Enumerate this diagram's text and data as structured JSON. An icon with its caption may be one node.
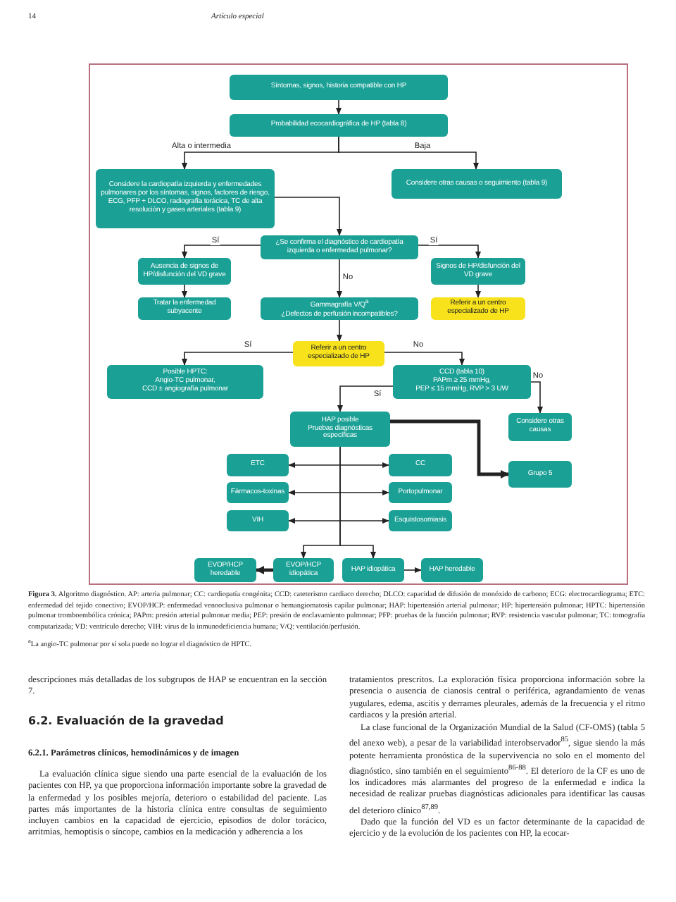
{
  "diagram": {
    "caption": "**Figura 3.** Algoritmo diagnóstico. AP: arteria pulmonar; CC: cardiopatía congénita; CCD: cateterismo cardiaco derecho; DLCO: capacidad de difusión de monóxido de carbono; ECG: electrocardiograma; ETC: enfermedad del tejido conectivo; EVOP/HCP: enfermedad venooclusiva pulmonar o hemangiomatosis capilar pulmonar; HAP: hipertensión arterial pulmonar; HP: hipertensión pulmonar; HPTC: hipertensión pulmonar tromboembólica crónica; PAPm: presión arterial pulmonar media; PEP: presión de enclavamiento pulmonar; PFP: pruebas de la función pulmonar; RVP: resistencia vascular pulmonar; TC: tomografía computarizada; VD: ventrículo derecho; VIH: virus de la inmunodeficiencia humana; V/Q: ventilación/perfusión.",
    "nodes": [
      {
        "text": [
          "Síntomas, signos, historia compatible con HP"
        ]
      },
      {
        "text": [
          "Probabilidad ecocardiográfica de HP (tabla 8)"
        ]
      },
      {
        "text": [
          "Considere la cardiopatía izquierda y enfermedades pulmonares por los síntomas, signos, factores de riesgo, ECG, PFP + DLCO, radiografía torácica, TC de alta resolución y gases arteriales (tabla 9)"
        ]
      },
      {
        "text": [
          "Considere otras causas o seguimiento (tabla 9)"
        ]
      },
      {
        "text": [
          "¿Se confirma el diagnóstico de cardiopatía izquierda o enfermedad pulmonar?"
        ]
      },
      {
        "text": [
          "Ausencia de signos de HP/disfunción del VD grave"
        ]
      },
      {
        "text": [
          "Tratar la enfermedad subyacente"
        ]
      },
      {
        "text": [
          "Signos de HP/disfunción del VD grave"
        ]
      },
      {
        "text": [
          "Referir a un centro especializado de HP"
        ]
      },
      {
        "text": [
          "Gammagrafía V/Q$^{a}$",
          "¿Defectos de perfusión incompatibles?"
        ]
      },
      {
        "text": [
          "Referir a un centro especializado de HP"
        ]
      },
      {
        "text": [
          "Posible HPTC:",
          "Angio-TC pulmonar,",
          "CCD ± angiografía pulmonar"
        ]
      },
      {
        "text": [
          "CCD (tabla 10)",
          "PAPm ≥ 25 mmHg,",
          "PEP ≤ 15 mmHg, RVP > 3 UW"
        ]
      },
      {
        "text": [
          "HAP posible",
          "Pruebas diagnósticas específicas"
        ]
      },
      {
        "text": [
          "Considere otras causas"
        ]
      },
      {
        "text": [
          "Grupo 5"
        ]
      },
      {
        "text": [
          "ETC"
        ]
      },
      {
        "text": [
          "CC"
        ]
      },
      {
        "text": [
          "Fármacos-toxinas"
        ]
      },
      {
        "text": [
          "Portopulmonar"
        ]
      },
      {
        "text": [
          "VIH"
        ]
      },
      {
        "text": [
          "Esquistosomiasis"
        ]
      },
      {
        "text": [
          "EVOP/HCP heredable"
        ]
      },
      {
        "text": [
          "EVOP/HCP idiopática"
        ]
      },
      {
        "text": [
          "HAP idiopática"
        ]
      },
      {
        "text": [
          "HAP heredable"
        ]
      }
    ],
    "edges": [
      {
        "from": 0,
        "to": 1,
        "arrow": "to"
      },
      {
        "from": 1,
        "to": 2,
        "arrow": "to",
        "label": "Alta o intermedia"
      },
      {
        "from": 1,
        "to": 3,
        "arrow": "to",
        "label": "Baja"
      },
      {
        "from": 2,
        "to": 4,
        "arrow": "to"
      },
      {
        "from": 4,
        "to": 5,
        "arrow": "to",
        "label": "Sí"
      },
      {
        "from": 4,
        "to": 7,
        "arrow": "to",
        "label": "Sí"
      },
      {
        "from": 5,
        "to": 6,
        "arrow": "to"
      },
      {
        "from": 7,
        "to": 8,
        "arrow": "to"
      },
      {
        "from": 4,
        "to": 9,
        "arrow": "to",
        "label": "No"
      },
      {
        "from": 9,
        "to": 10,
        "arrow": "to"
      },
      {
        "from": 10,
        "to": 11,
        "arrow": "to",
        "label": "Sí"
      },
      {
        "from": 10,
        "to": 12,
        "arrow": "to",
        "label": "No"
      },
      {
        "from": 12,
        "to": 13,
        "arrow": "to",
        "label": "Sí"
      },
      {
        "from": 12,
        "to": 14,
        "arrow": "to",
        "label": "No"
      },
      {
        "from": 13,
        "to": 15,
        "arrow": "to",
        "style": "thick"
      },
      {
        "from": 16,
        "to": 17,
        "arrow": "both"
      },
      {
        "from": 18,
        "to": 19,
        "arrow": "both"
      },
      {
        "from": 20,
        "to": 21,
        "arrow": "both"
      },
      {
        "from": 13,
        "to": 23,
        "arrow": "to"
      },
      {
        "from": 13,
        "to": 24,
        "arrow": "to"
      },
      {
        "from": 23,
        "to": 22,
        "arrow": "to",
        "style": "thick"
      },
      {
        "from": 24,
        "to": 25,
        "arrow": "to"
      }
    ],
    "labels": [
      "14",
      "Artículo especial",
      "$^{a}$La angio-TC pulmonar por sí sola puede no lograr el diagnóstico de HPTC.",
      "descripciones más detalladas de los subgrupos de HAP se encuentran en la sección 7.",
      "6.2. Evaluación de la gravedad",
      "6.2.1. Parámetros clínicos, hemodinámicos y de imagen",
      "La evaluación clínica sigue siendo una parte esencial de la evaluación de los pacientes con HP, ya que proporciona información importante sobre la gravedad de la enfermedad y los posibles mejoría, deterioro o estabilidad del paciente. Las partes más importantes de la historia clínica entre consultas de seguimiento incluyen cambios en la capacidad de ejercicio, episodios de dolor torácico, arritmias, hemoptisis o síncope, cambios en la medicación y adherencia a los",
      "tratamientos prescritos. La exploración física proporciona información sobre la presencia o ausencia de cianosis central o periférica, agrandamiento de venas yugulares, edema, ascitis y derrames pleurales, además de la frecuencia y el ritmo cardiacos y la presión arterial.",
      "La clase funcional de la Organización Mundial de la Salud (CF-OMS) (tabla 5 del anexo web), a pesar de la variabilidad interobservador$^{85}$, sigue siendo la más potente herramienta pronóstica de la supervivencia no solo en el momento del diagnóstico, sino también en el seguimiento$^{86-88}$. El deterioro de la CF es uno de los indicadores más alarmantes del progreso de la enfermedad e indica la necesidad de realizar pruebas diagnósticas adicionales para identificar las causas del deterioro clínico$^{87,89}$.",
      "Dado que la función del VD es un factor determinante de la capacidad de ejercicio y de la evolución de los pacientes con HP, la ecocar-"
    ]
  }
}
